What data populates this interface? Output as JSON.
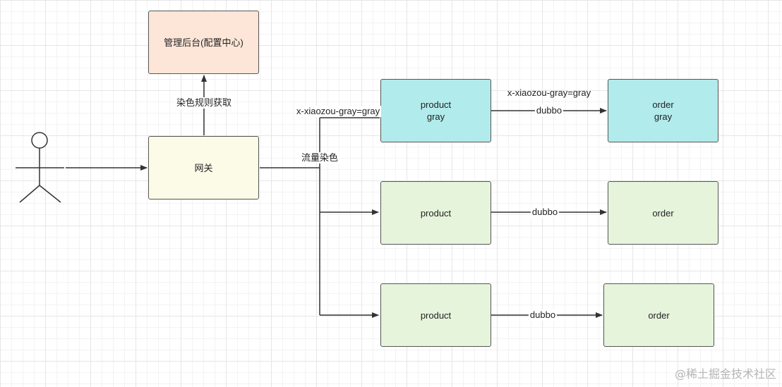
{
  "nodes": {
    "admin": {
      "label": "管理后台(配置中心)",
      "fill": "#fde6d8"
    },
    "gateway": {
      "label": "网关",
      "fill": "#fbfbe8"
    },
    "product_gray": {
      "label": "product\ngray",
      "fill": "#b2ebeb"
    },
    "order_gray": {
      "label": "order\ngray",
      "fill": "#b2ebeb"
    },
    "product_1": {
      "label": "product",
      "fill": "#e6f4dc"
    },
    "order_1": {
      "label": "order",
      "fill": "#e6f4dc"
    },
    "product_2": {
      "label": "product",
      "fill": "#e6f4dc"
    },
    "order_2": {
      "label": "order",
      "fill": "#e6f4dc"
    }
  },
  "edge_labels": {
    "rule_fetch": "染色规则获取",
    "gray_header_gateway": "x-xiaozou-gray=gray",
    "traffic_coloring": "流量染色",
    "gray_header_dubbo": "x-xiaozou-gray=gray",
    "dubbo_gray": "dubbo",
    "dubbo_1": "dubbo",
    "dubbo_2": "dubbo"
  },
  "watermark": "@稀土掘金技术社区",
  "colors": {
    "stroke": "#333333",
    "border": "#555555"
  }
}
